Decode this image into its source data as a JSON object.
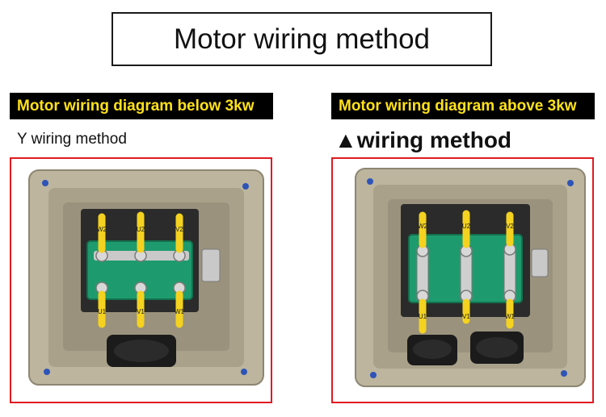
{
  "page_title": "Motor wiring method",
  "left_panel": {
    "label": "Motor wiring diagram below 3kw",
    "method": "Y wiring method",
    "terminals_top": [
      "W2",
      "U2",
      "V2"
    ],
    "terminals_bottom": [
      "U1",
      "V1",
      "W1"
    ]
  },
  "right_panel": {
    "label": "Motor wiring diagram above 3kw",
    "method": "▲wiring method",
    "terminals_top": [
      "W2",
      "U2",
      "V2"
    ],
    "terminals_bottom": [
      "U1",
      "V1",
      "W1"
    ]
  },
  "colors": {
    "label_bg": "#000000",
    "label_text": "#ffe11a",
    "frame_border": "#e11b22",
    "box_body": "#c8bfa6",
    "terminal_block": "#1e9b6e"
  }
}
